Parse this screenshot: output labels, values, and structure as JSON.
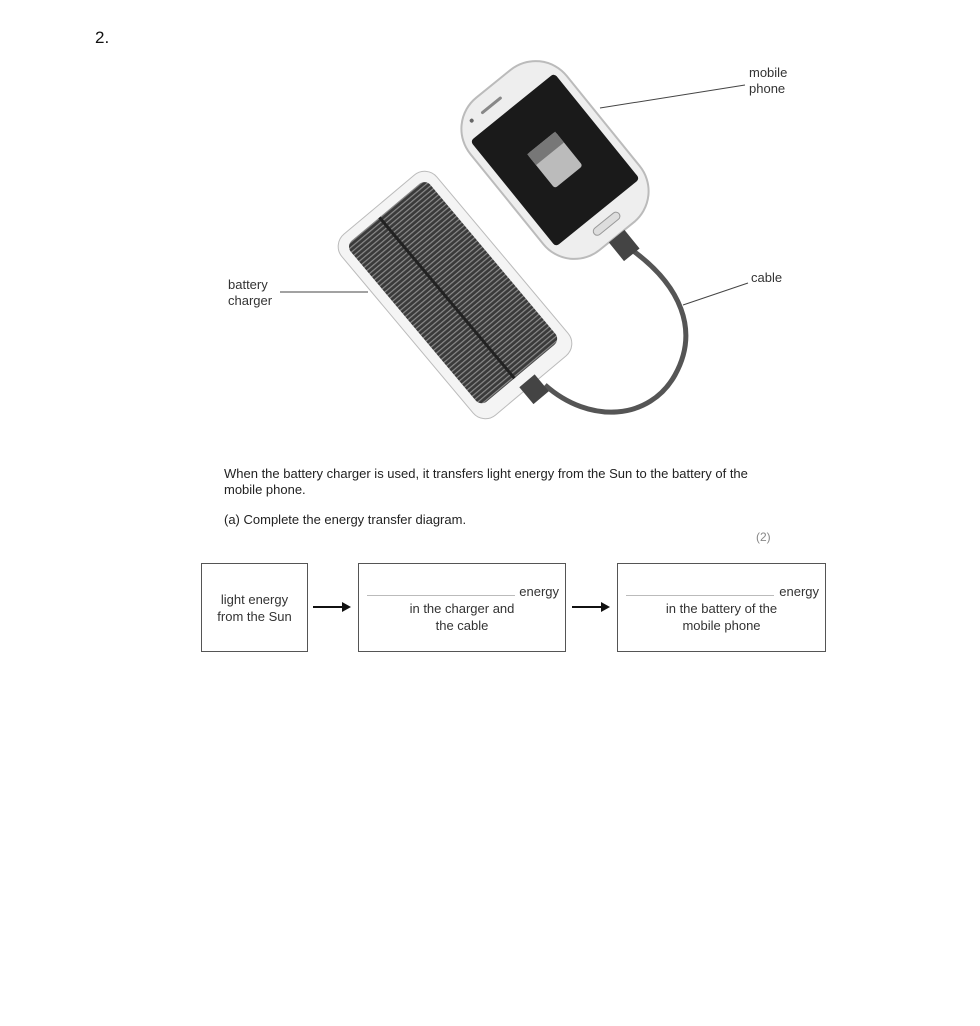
{
  "question_number": "2.",
  "figure": {
    "labels": {
      "mobile_phone": [
        "mobile",
        "phone"
      ],
      "cable": "cable",
      "battery_charger": [
        "battery",
        "charger"
      ]
    }
  },
  "intro_text": "When the battery charger is used, it transfers light energy from the Sun to the battery of the mobile phone.",
  "part_a": {
    "prompt": "(a) Complete the energy transfer diagram.",
    "marks": "(2)",
    "diagram": {
      "box1": [
        "light energy",
        "from the Sun"
      ],
      "box2": {
        "suffix": "energy",
        "lines": [
          "in the charger and",
          "the cable"
        ]
      },
      "box3": {
        "suffix": "energy",
        "lines": [
          "in the battery of the",
          "mobile phone"
        ]
      }
    }
  }
}
